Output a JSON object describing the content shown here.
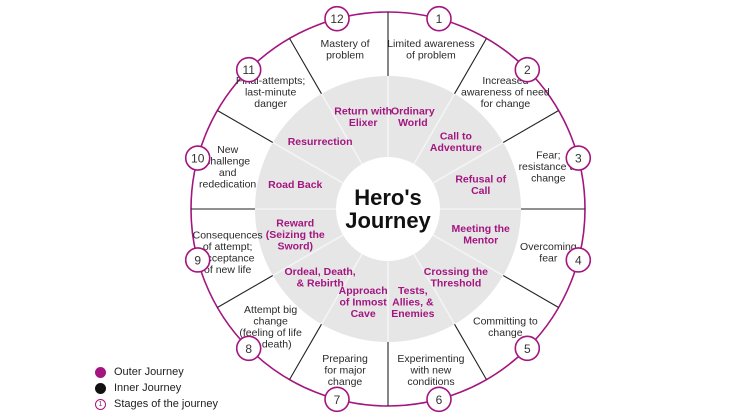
{
  "title_line1": "Hero's",
  "title_line2": "Journey",
  "colors": {
    "accent": "#a3157f",
    "inner_bg": "#e6e6e6",
    "outer_line": "#a3157f"
  },
  "stages": [
    {
      "num": "1",
      "outer": [
        "Limited awareness",
        "of problem"
      ],
      "inner": [
        "Ordinary",
        "World"
      ]
    },
    {
      "num": "2",
      "outer": [
        "Increased",
        "awareness of need",
        "for change"
      ],
      "inner": [
        "Call to",
        "Adventure"
      ]
    },
    {
      "num": "3",
      "outer": [
        "Fear;",
        "resistance to",
        "change"
      ],
      "inner": [
        "Refusal of",
        "Call"
      ]
    },
    {
      "num": "4",
      "outer": [
        "Overcoming",
        "fear"
      ],
      "inner": [
        "Meeting the",
        "Mentor"
      ]
    },
    {
      "num": "5",
      "outer": [
        "Committing to",
        "change"
      ],
      "inner": [
        "Crossing the",
        "Threshold"
      ]
    },
    {
      "num": "6",
      "outer": [
        "Experimenting",
        "with new",
        "conditions"
      ],
      "inner": [
        "Tests,",
        "Allies, &",
        "Enemies"
      ]
    },
    {
      "num": "7",
      "outer": [
        "Preparing",
        "for major",
        "change"
      ],
      "inner": [
        "Approach",
        "of Inmost",
        "Cave"
      ]
    },
    {
      "num": "8",
      "outer": [
        "Attempt big",
        "change",
        "(feeling of life",
        "or death)"
      ],
      "inner": [
        "Ordeal, Death,",
        "& Rebirth"
      ]
    },
    {
      "num": "9",
      "outer": [
        "Consequences",
        "of attempt;",
        "acceptance",
        "of new life"
      ],
      "inner": [
        "Reward",
        "(Seizing the",
        "Sword)"
      ]
    },
    {
      "num": "10",
      "outer": [
        "New",
        "challenge",
        "and",
        "rededication"
      ],
      "inner": [
        "Road Back"
      ]
    },
    {
      "num": "11",
      "outer": [
        "Final-attempts;",
        "last-minute",
        "danger"
      ],
      "inner": [
        "Resurrection"
      ]
    },
    {
      "num": "12",
      "outer": [
        "Mastery of",
        "problem"
      ],
      "inner": [
        "Return with",
        "Elixer"
      ]
    }
  ],
  "legend": [
    {
      "type": "outer",
      "label": "Outer Journey"
    },
    {
      "type": "inner",
      "label": "Inner Journey"
    },
    {
      "type": "stage",
      "label": "Stages of the journey",
      "num": "1"
    }
  ]
}
